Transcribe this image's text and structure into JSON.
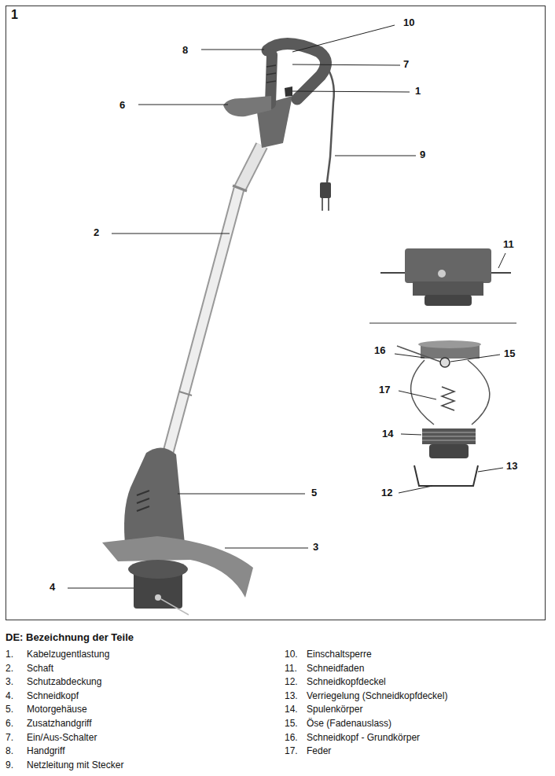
{
  "diagram": {
    "title": "DE: Bezeichnung der Teile",
    "labels": [
      "1",
      "10",
      "8",
      "7",
      "6",
      "1",
      "9",
      "2",
      "5",
      "3",
      "4",
      "11",
      "16",
      "15",
      "17",
      "14",
      "13",
      "12",
      "1.",
      "Kabelzugentlastung",
      "2.",
      "Schaft",
      "3.",
      "Schutzabdeckung",
      "4.",
      "Schneidkopf",
      "5.",
      "Motorgehäuse",
      "6.",
      "Zusatzhandgriff",
      "7.",
      "Ein/Aus-Schalter",
      "8.",
      "Handgriff",
      "9.",
      "Netzleitung mit Stecker",
      "10.",
      "Einschaltsperre",
      "11.",
      "Schneidfaden",
      "12.",
      "Schneidkopfdeckel",
      "13.",
      "Verriegelung (Schneidkopfdeckel)",
      "14.",
      "Spulenkörper",
      "15.",
      "Öse (Fadenauslass)",
      "16.",
      "Schneidkopf - Grundkörper",
      "17.",
      "Feder"
    ]
  }
}
